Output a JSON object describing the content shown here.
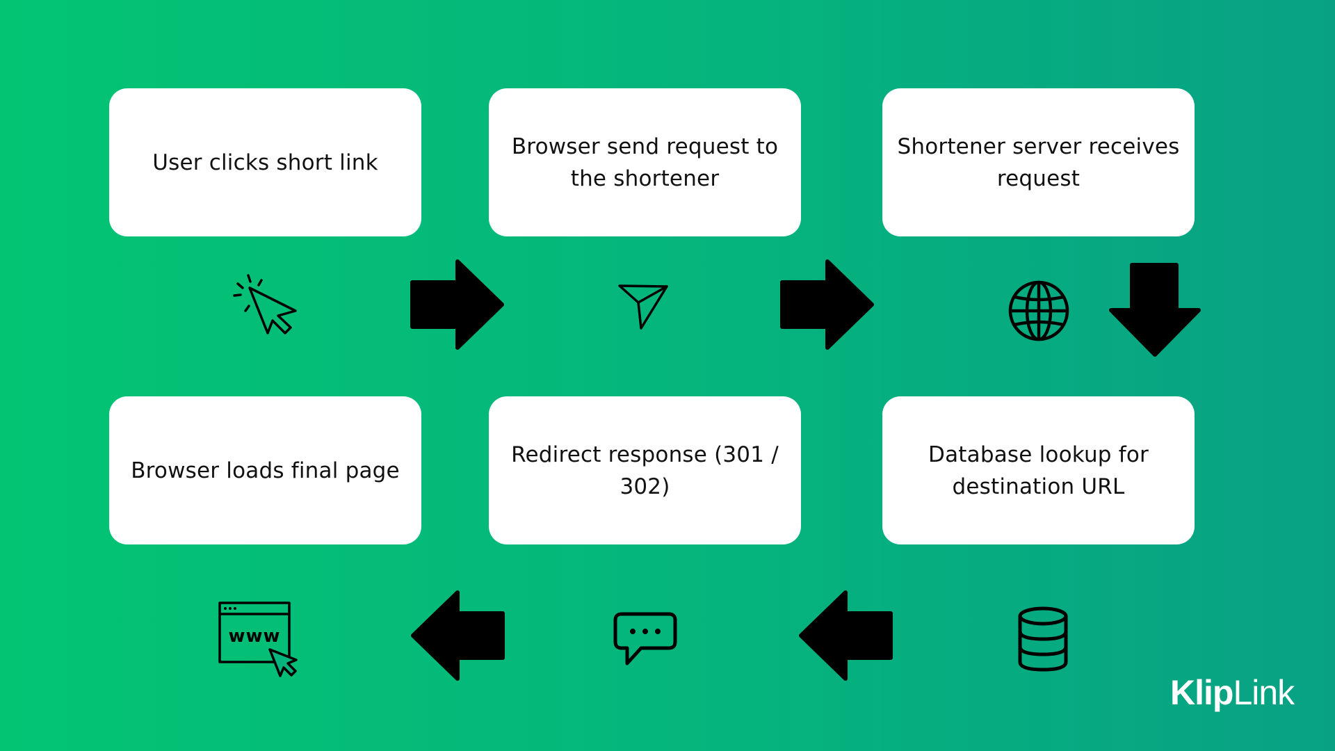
{
  "steps": [
    {
      "text": "User clicks short link",
      "icon": "cursor-click-icon"
    },
    {
      "text": "Browser send request to the shortener",
      "icon": "paper-plane-icon"
    },
    {
      "text": "Shortener server receives request",
      "icon": "globe-icon"
    },
    {
      "text": "Database lookup for destination URL",
      "icon": "database-icon"
    },
    {
      "text": "Redirect response (301 / 302)",
      "icon": "chat-bubble-icon"
    },
    {
      "text": "Browser loads final page",
      "icon": "browser-www-icon"
    }
  ],
  "icon_browser_text": "www",
  "logo": {
    "part1": "Klip",
    "part2": "Link"
  },
  "colors": {
    "background_start": "#03c473",
    "background_end": "#08a184",
    "box": "#ffffff",
    "arrow": "#000000",
    "text": "#111111"
  }
}
